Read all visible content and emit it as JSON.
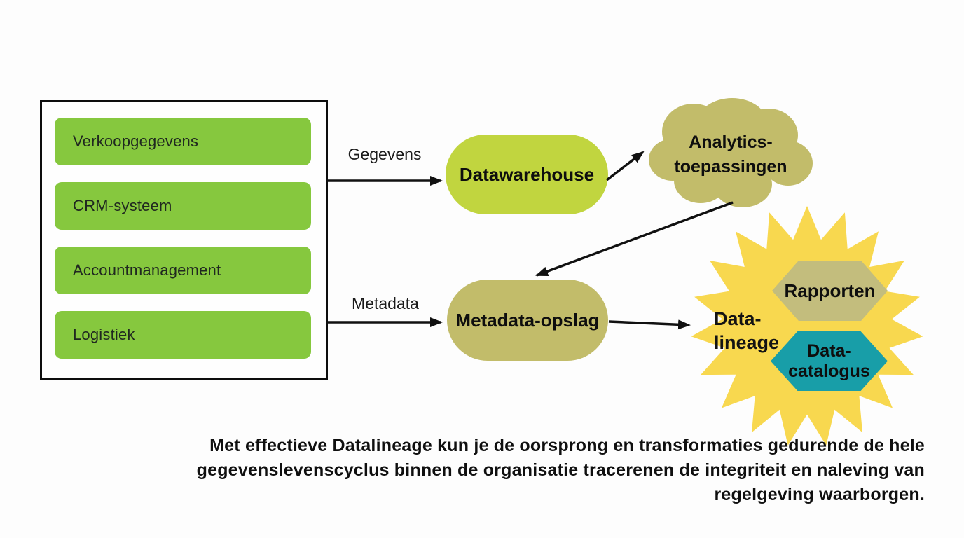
{
  "source_box": {
    "items": [
      "Verkoopgegevens",
      "CRM-systeem",
      "Accountmanagement",
      "Logistiek"
    ]
  },
  "flows": {
    "gegevens": "Gegevens",
    "metadata": "Metadata"
  },
  "nodes": {
    "datawarehouse": {
      "label": "Datawarehouse"
    },
    "analytics": {
      "line1": "Analytics-",
      "line2": "toepassingen"
    },
    "metadata_opslag": {
      "label": "Metadata-opslag"
    },
    "data_lineage": {
      "line1": "Data-",
      "line2": "lineage"
    },
    "rapporten": {
      "label": "Rapporten"
    },
    "data_catalogus": {
      "line1": "Data-",
      "line2": "catalogus"
    }
  },
  "caption": {
    "lines": [
      "Met effectieve Datalineage kun je de oorsprong en transformaties gedurende de hele",
      "gegevenslevenscyclus binnen de organisatie tracerenen de integriteit en naleving van",
      "regelgeving waarborgen."
    ]
  },
  "colors": {
    "source_item_green": "#86C83E",
    "datawarehouse_green": "#C1D53F",
    "cloud_khaki": "#C2BC6A",
    "hexagon_tan": "#C3BD7D",
    "star_yellow": "#F8D84F",
    "catalog_teal": "#189EA8",
    "arrow_black": "#111111"
  }
}
